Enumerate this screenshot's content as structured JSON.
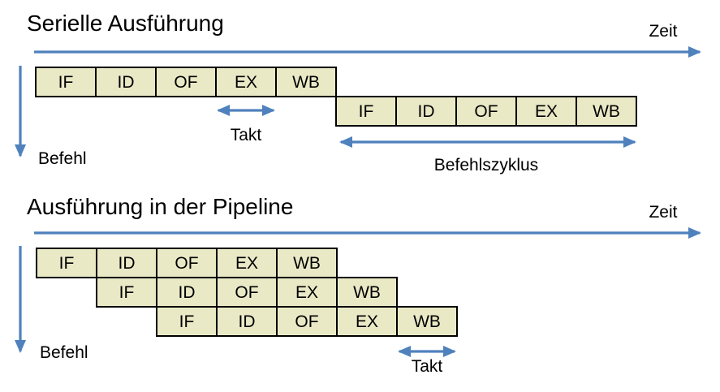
{
  "colors": {
    "accent_blue": "#4f81bd",
    "box_fill": "#e9e9c6",
    "box_border": "#000000"
  },
  "serial": {
    "title": "Serielle Ausführung",
    "time_axis_label": "Zeit",
    "instruction_axis_label": "Befehl",
    "takt_label": "Takt",
    "cycle_label": "Befehlszyklus",
    "rows": [
      {
        "stages": [
          "IF",
          "ID",
          "OF",
          "EX",
          "WB"
        ]
      },
      {
        "stages": [
          "IF",
          "ID",
          "OF",
          "EX",
          "WB"
        ]
      }
    ]
  },
  "pipeline": {
    "title": "Ausführung in der Pipeline",
    "time_axis_label": "Zeit",
    "instruction_axis_label": "Befehl",
    "takt_label": "Takt",
    "rows": [
      {
        "stages": [
          "IF",
          "ID",
          "OF",
          "EX",
          "WB"
        ]
      },
      {
        "stages": [
          "IF",
          "ID",
          "OF",
          "EX",
          "WB"
        ]
      },
      {
        "stages": [
          "IF",
          "ID",
          "OF",
          "EX",
          "WB"
        ]
      }
    ]
  }
}
